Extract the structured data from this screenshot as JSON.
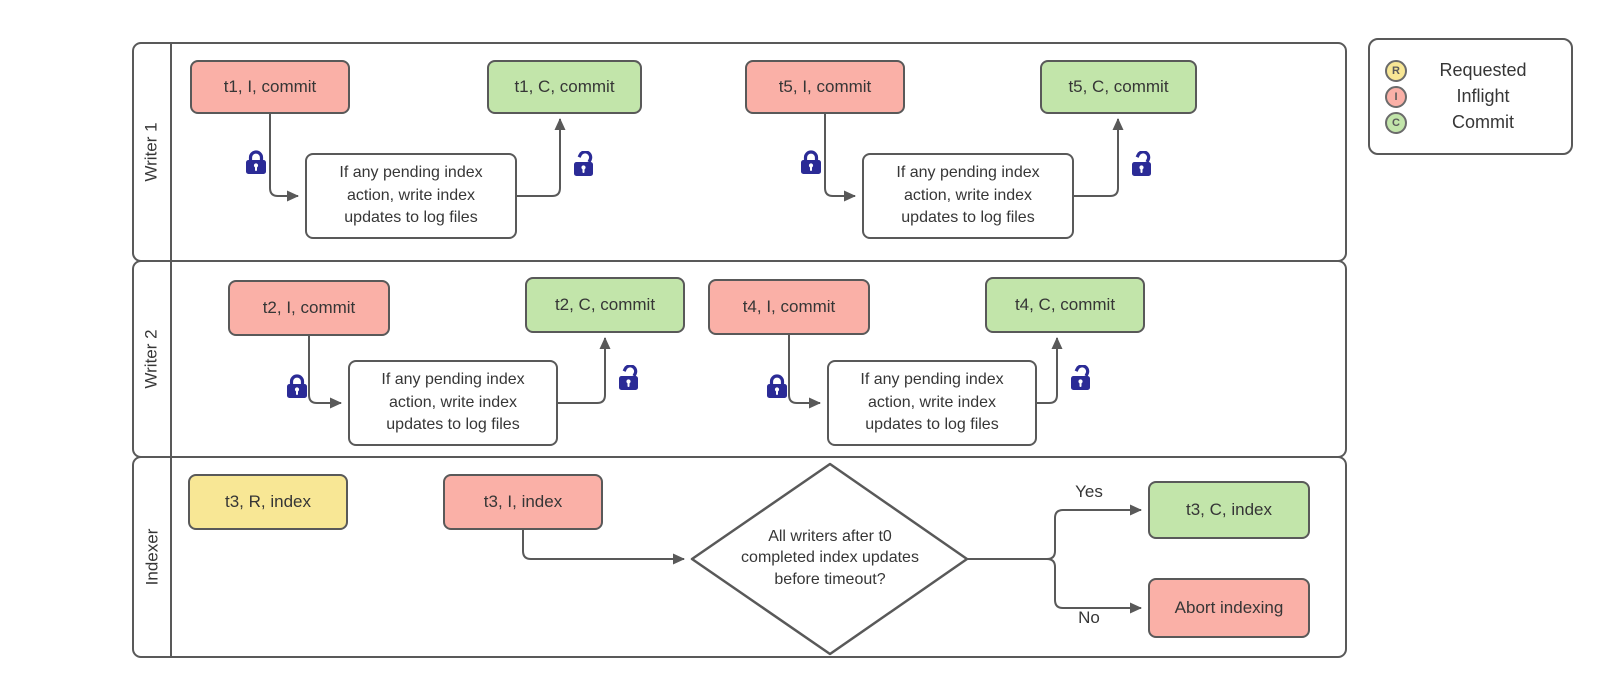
{
  "diagram": {
    "lanes": [
      {
        "label": "Writer 1"
      },
      {
        "label": "Writer 2"
      },
      {
        "label": "Indexer"
      }
    ],
    "nodes": {
      "t1_inflight": "t1, I, commit",
      "t1_commit": "t1, C, commit",
      "t5_inflight": "t5, I, commit",
      "t5_commit": "t5, C, commit",
      "t2_inflight": "t2, I, commit",
      "t2_commit": "t2, C, commit",
      "t4_inflight": "t4, I, commit",
      "t4_commit": "t4, C, commit",
      "t3_requested": "t3, R, index",
      "t3_inflight": "t3, I, index",
      "t3_commit": "t3, C, index",
      "abort": "Abort indexing",
      "process_note": "If any pending index\naction, write index\nupdates to log files",
      "decision": "All writers after t0\ncompleted index updates\nbefore timeout?"
    },
    "edge_labels": {
      "yes": "Yes",
      "no": "No"
    }
  },
  "legend": {
    "items": [
      {
        "symbol": "R",
        "label": "Requested",
        "color": "#F8E795"
      },
      {
        "symbol": "I",
        "label": "Inflight",
        "color": "#FAB0A7"
      },
      {
        "symbol": "C",
        "label": "Commit",
        "color": "#C2E5AA"
      }
    ]
  },
  "colors": {
    "requested_fill": "#F8E795",
    "inflight_fill": "#FAB0A7",
    "commit_fill": "#C2E5AA",
    "stroke": "#595959",
    "lock": "#2B2B96"
  }
}
